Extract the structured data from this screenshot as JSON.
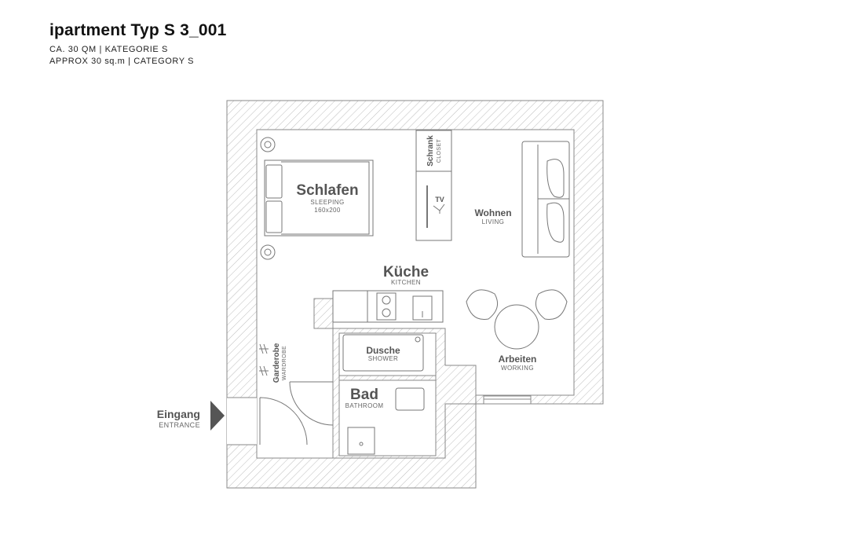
{
  "header": {
    "title": "ipartment Typ S 3_001",
    "line1": "CA. 30 QM | KATEGORIE S",
    "line2": "APPROX 30 sq.m | CATEGORY S"
  },
  "rooms": {
    "schlafen": {
      "label": "Schlafen",
      "sub": "SLEEPING",
      "size": "160x200"
    },
    "wohnen": {
      "label": "Wohnen",
      "sub": "LIVING"
    },
    "kueche": {
      "label": "Küche",
      "sub": "KITCHEN"
    },
    "dusche": {
      "label": "Dusche",
      "sub": "SHOWER"
    },
    "bad": {
      "label": "Bad",
      "sub": "BATHROOM"
    },
    "arbeiten": {
      "label": "Arbeiten",
      "sub": "WORKING"
    },
    "garderobe": {
      "label": "Garderobe",
      "sub": "WARDROBE"
    },
    "schrank": {
      "label": "Schrank",
      "sub": "CLOSET"
    },
    "tv": {
      "label": "TV"
    }
  },
  "entrance": {
    "label": "Eingang",
    "sub": "ENTRANCE"
  },
  "colors": {
    "wall_stroke": "#8a8a8a",
    "hatch": "#b9b9b9",
    "furniture": "#777777",
    "label": "#555555"
  }
}
